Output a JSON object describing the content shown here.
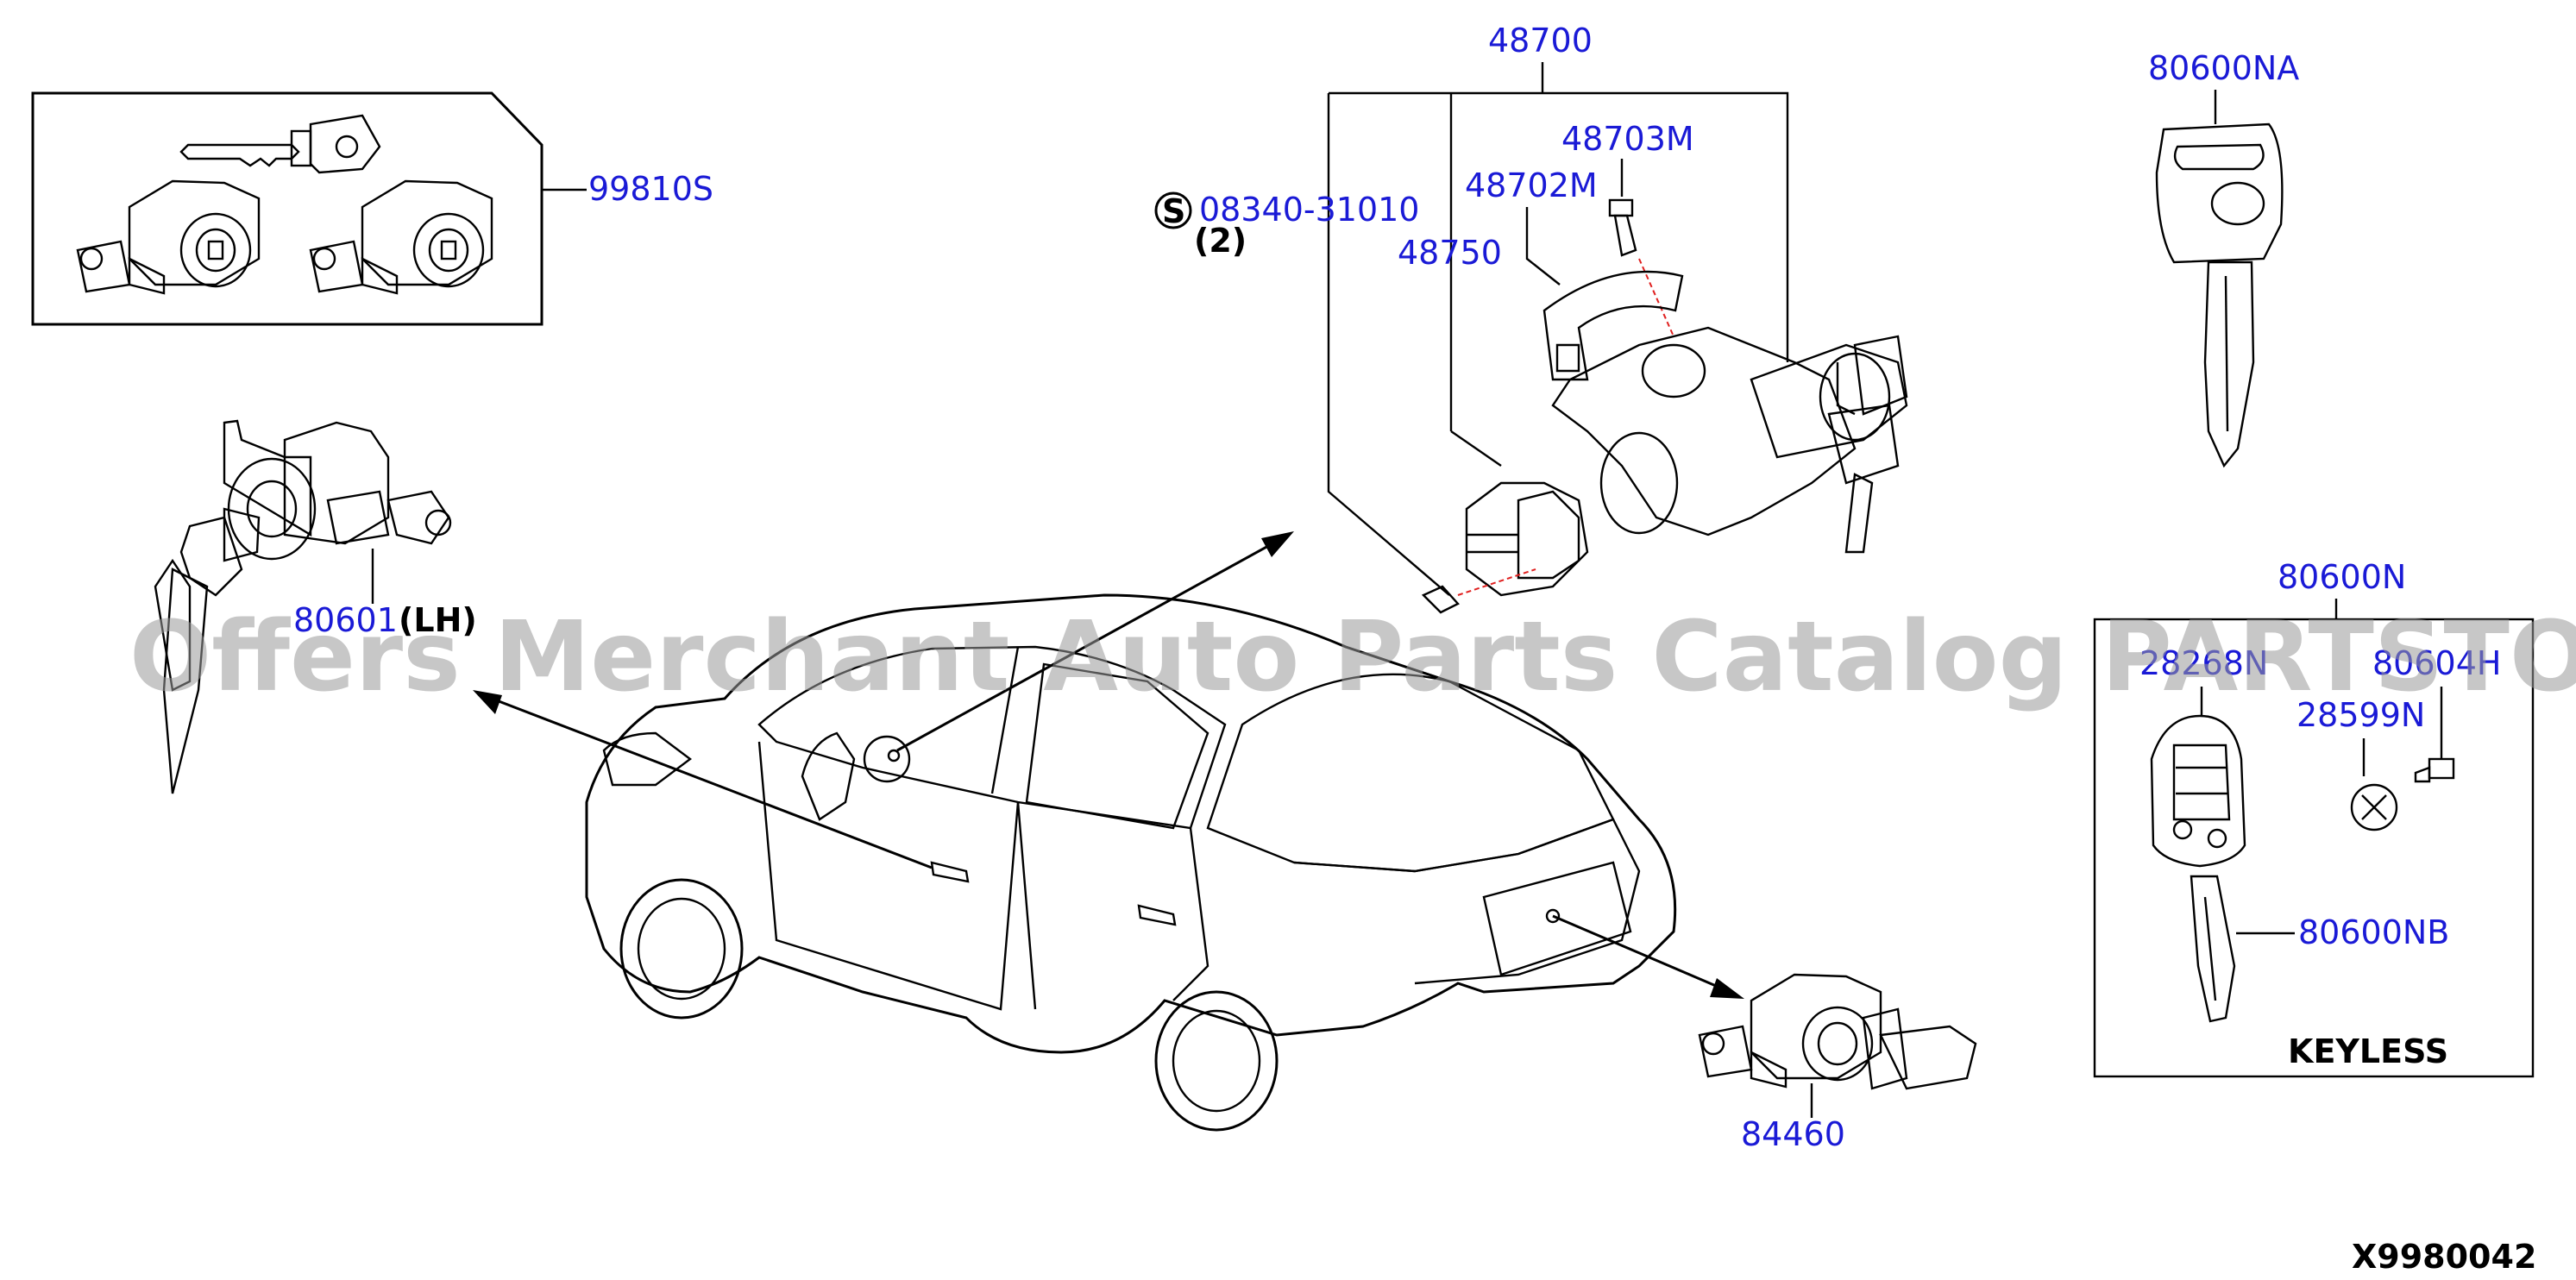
{
  "parts": {
    "p48700": "48700",
    "p48703m": "48703M",
    "p48702m": "48702M",
    "p48750": "48750",
    "p08340": "08340-31010",
    "p08340_qty": "(2)",
    "p08340_symbol": "S",
    "p99810s": "99810S",
    "p80601": "80601",
    "p80601_side": "(LH)",
    "p80600na": "80600NA",
    "p80600n": "80600N",
    "p28268n": "28268N",
    "p80604h": "80604H",
    "p28599n": "28599N",
    "p80600nb": "80600NB",
    "p84460": "84460"
  },
  "keyless_box_label": "KEYLESS",
  "diagram_code": "X9980042",
  "watermark": "Offers Merchant Auto Parts Catalog PARTSTORE.SA",
  "colors": {
    "label": "#1a1ad6",
    "line": "#000000",
    "watermark": "#9a9a9a",
    "guide": "#e0201f"
  }
}
